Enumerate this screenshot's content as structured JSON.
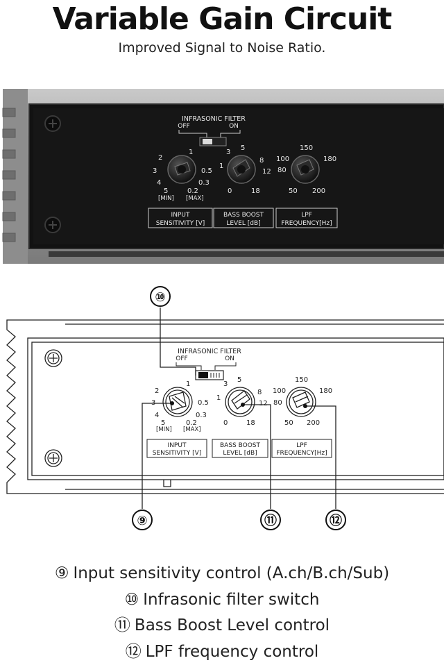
{
  "header": {
    "title": "Variable Gain Circuit",
    "subtitle": "Improved Signal to Noise Ratio."
  },
  "panel": {
    "infrasonic_title": "INFRASONIC FILTER",
    "off_label": "OFF",
    "on_label": "ON",
    "input_knob": {
      "scale": [
        "2",
        "1",
        "3",
        "0.5",
        "4",
        "0.3",
        "5",
        "[MIN]",
        "0.2",
        "[MAX]"
      ],
      "label_line1": "INPUT",
      "label_line2": "SENSITIVITY [V]"
    },
    "bass_knob": {
      "scale": [
        "3",
        "5",
        "1",
        "8",
        "12",
        "0",
        "18"
      ],
      "label_line1": "BASS BOOST",
      "label_line2": "LEVEL [dB]"
    },
    "lpf_knob": {
      "scale": [
        "150",
        "100",
        "180",
        "80",
        "50",
        "200"
      ],
      "label_line1": "LPF",
      "label_line2": "FREQUENCY[Hz]"
    }
  },
  "callouts": [
    "⑩",
    "⑨",
    "⑪",
    "⑫"
  ],
  "legend": [
    {
      "num": "⑨",
      "text": "Input sensitivity control (A.ch/B.ch/Sub)"
    },
    {
      "num": "⑩",
      "text": "Infrasonic filter switch"
    },
    {
      "num": "⑪",
      "text": "Bass Boost Level control"
    },
    {
      "num": "⑫",
      "text": "LPF frequency control"
    }
  ]
}
